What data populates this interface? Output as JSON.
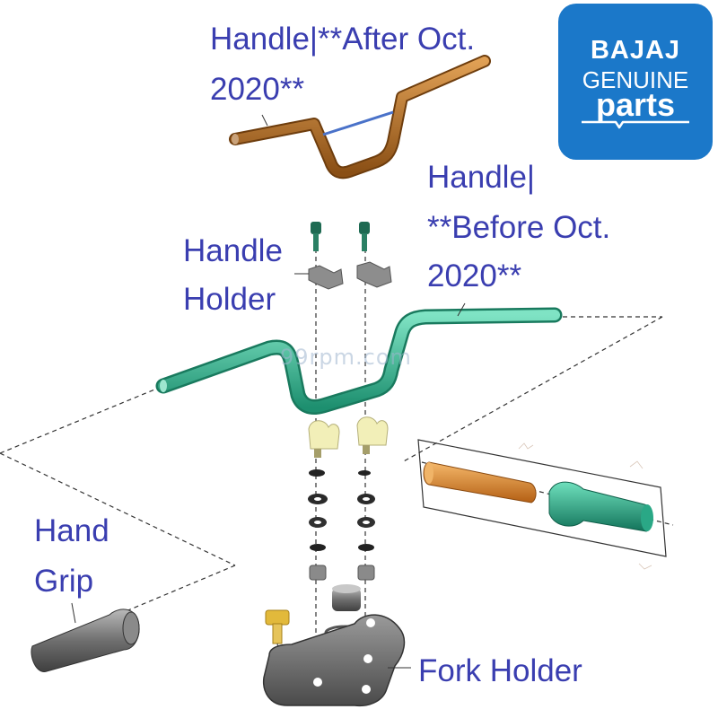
{
  "labels": {
    "handle_after_line1": "Handle|**After Oct.",
    "handle_after_line2": "2020**",
    "handle_before_line1": "Handle|",
    "handle_before_line2": "**Before Oct.",
    "handle_before_line3": "2020**",
    "handle_holder_line1": "Handle",
    "handle_holder_line2": "Holder",
    "hand_grip_line1": "Hand",
    "hand_grip_line2": "Grip",
    "fork_holder": "Fork Holder"
  },
  "logo": {
    "brand": "BAJAJ",
    "genuine": "GENUINE",
    "parts": "parts"
  },
  "watermark": "99rpm.com",
  "colors": {
    "label_text": "#3a3eb0",
    "logo_background": "#1b78c9",
    "handle_after": "#b8722a",
    "handle_before": "#2fb58f",
    "grip_orange": "#d7842a",
    "grip_green": "#1f9e7a",
    "grip_grey": "#6b6b6b",
    "bolt_gold": "#e2b93b"
  }
}
